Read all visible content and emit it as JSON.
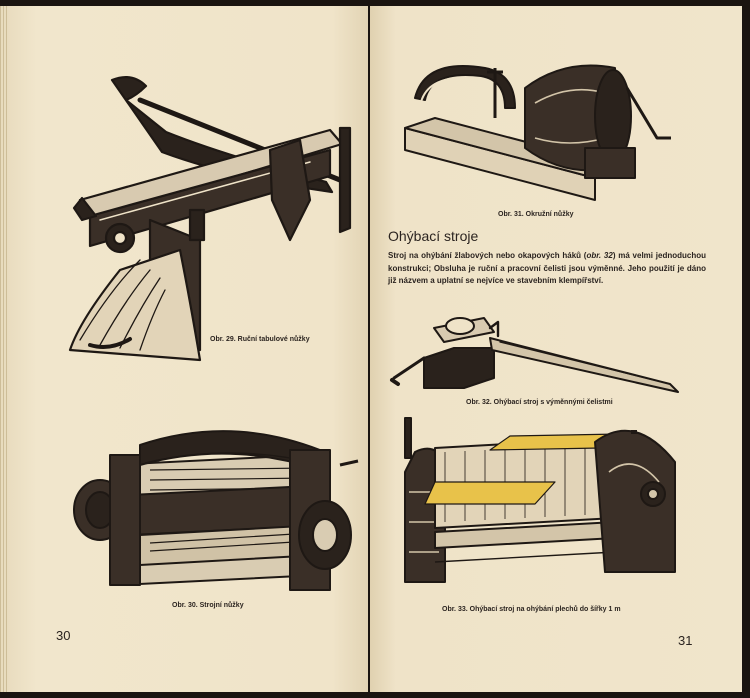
{
  "left_page": {
    "page_number": "30",
    "figures": [
      {
        "id": "29",
        "caption_prefix": "Obr. 29.",
        "caption_text": "Ruční tabulové nůžky"
      },
      {
        "id": "30",
        "caption_prefix": "Obr. 30.",
        "caption_text": "Strojní nůžky"
      }
    ]
  },
  "right_page": {
    "page_number": "31",
    "section_heading": "Ohýbací stroje",
    "paragraph": {
      "part1": "Stroj na ohýbání žlabových nebo okapových háků (",
      "ref": "obr. 32",
      "part2": ") má velmi jednoduchou konstrukci; Obsluha je ruční a pracovní čelisti jsou výměnné. Jeho použití je dáno již názvem a uplatní se nejvíce ve stavebním klempířství."
    },
    "figures": [
      {
        "id": "31",
        "caption_prefix": "Obr. 31.",
        "caption_text": "Okružní nůžky"
      },
      {
        "id": "32",
        "caption_prefix": "Obr. 32.",
        "caption_text": "Ohýbací stroj s výměnnými čelistmi"
      },
      {
        "id": "33",
        "caption_prefix": "Obr. 33.",
        "caption_text": "Ohýbací stroj na ohýbání plechů do šířky 1 m"
      }
    ]
  },
  "colors": {
    "paper": "#efe3c8",
    "ink": "#2b2420",
    "highlight_sheet": "#e8c24a"
  }
}
